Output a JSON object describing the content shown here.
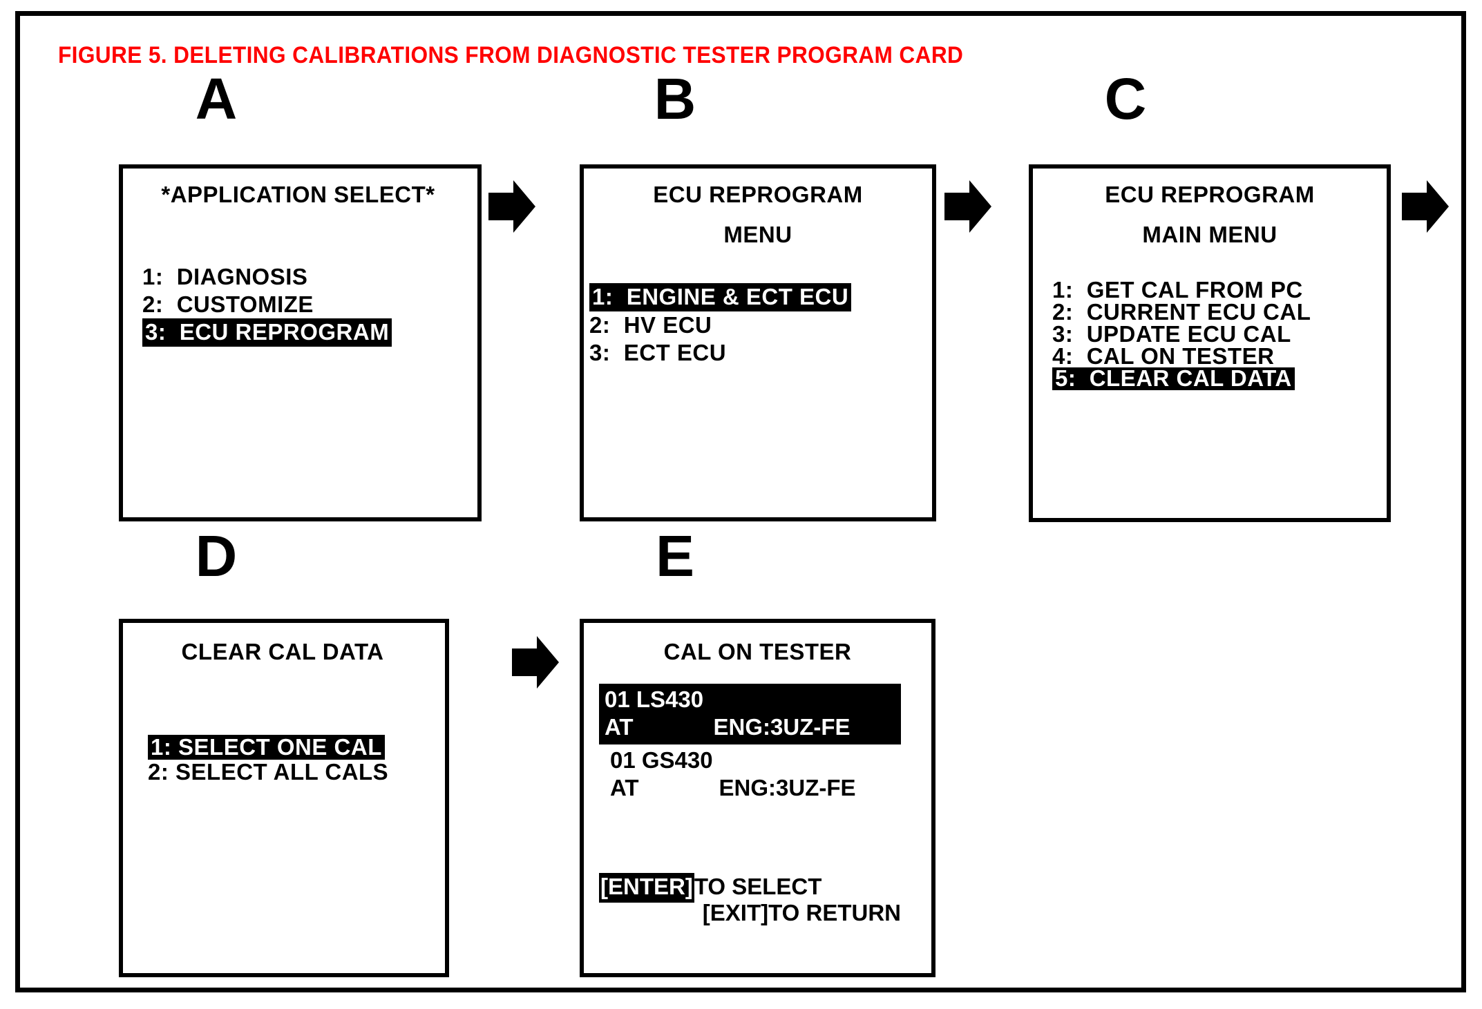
{
  "figure": {
    "title": "FIGURE 5.  DELETING CALIBRATIONS FROM DIAGNOSTIC TESTER PROGRAM CARD",
    "title_color": "#ff0000",
    "frame_color": "#000000",
    "highlight_bg": "#000000",
    "highlight_fg": "#ffffff"
  },
  "panels": {
    "a": {
      "letter": "A",
      "title": "*APPLICATION SELECT*",
      "items": [
        {
          "num": "1:",
          "label": "DIAGNOSIS",
          "selected": false
        },
        {
          "num": "2:",
          "label": "CUSTOMIZE",
          "selected": false
        },
        {
          "num": "3:",
          "label": "ECU REPROGRAM",
          "selected": true
        }
      ]
    },
    "b": {
      "letter": "B",
      "title_line1": "ECU REPROGRAM",
      "title_line2": "MENU",
      "items": [
        {
          "num": "1:",
          "label": "ENGINE & ECT ECU",
          "selected": true
        },
        {
          "num": "2:",
          "label": "HV ECU",
          "selected": false
        },
        {
          "num": "3:",
          "label": "ECT ECU",
          "selected": false
        }
      ]
    },
    "c": {
      "letter": "C",
      "title_line1": "ECU REPROGRAM",
      "title_line2": "MAIN MENU",
      "items": [
        {
          "num": "1:",
          "label": "GET CAL FROM PC",
          "selected": false
        },
        {
          "num": "2:",
          "label": "CURRENT ECU CAL",
          "selected": false
        },
        {
          "num": "3:",
          "label": "UPDATE ECU CAL",
          "selected": false
        },
        {
          "num": "4:",
          "label": "CAL ON TESTER",
          "selected": false
        },
        {
          "num": "5:",
          "label": "CLEAR CAL DATA",
          "selected": true
        }
      ]
    },
    "d": {
      "letter": "D",
      "title": "CLEAR CAL DATA",
      "items": [
        {
          "num": "1:",
          "label": "SELECT ONE CAL",
          "selected": true
        },
        {
          "num": "2:",
          "label": "SELECT ALL CALS",
          "selected": false
        }
      ]
    },
    "e": {
      "letter": "E",
      "title": "CAL ON TESTER",
      "cals": [
        {
          "id": "01 LS430",
          "trans": "AT",
          "engine": "ENG:3UZ-FE",
          "selected": true
        },
        {
          "id": "01 GS430",
          "trans": "AT",
          "engine": "ENG:3UZ-FE",
          "selected": false
        }
      ],
      "footer": {
        "enter_key": "[ENTER]",
        "enter_action": "TO SELECT",
        "exit_key": "[EXIT]",
        "exit_action": "TO RETURN"
      }
    }
  },
  "arrows": [
    {
      "name": "arrow-a-to-b"
    },
    {
      "name": "arrow-b-to-c"
    },
    {
      "name": "arrow-c-to-d"
    },
    {
      "name": "arrow-d-to-e"
    }
  ]
}
